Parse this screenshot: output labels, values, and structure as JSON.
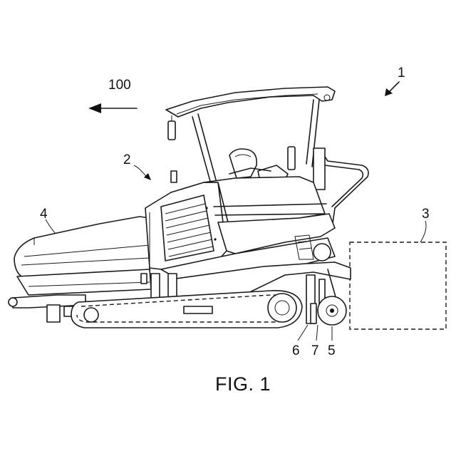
{
  "figure": {
    "caption": "FIG. 1",
    "labels": {
      "machine": "1",
      "chassis": "2",
      "screed": "3",
      "hopper": "4",
      "wheel": "5",
      "part_6": "6",
      "part_7": "7",
      "direction": "100"
    }
  }
}
